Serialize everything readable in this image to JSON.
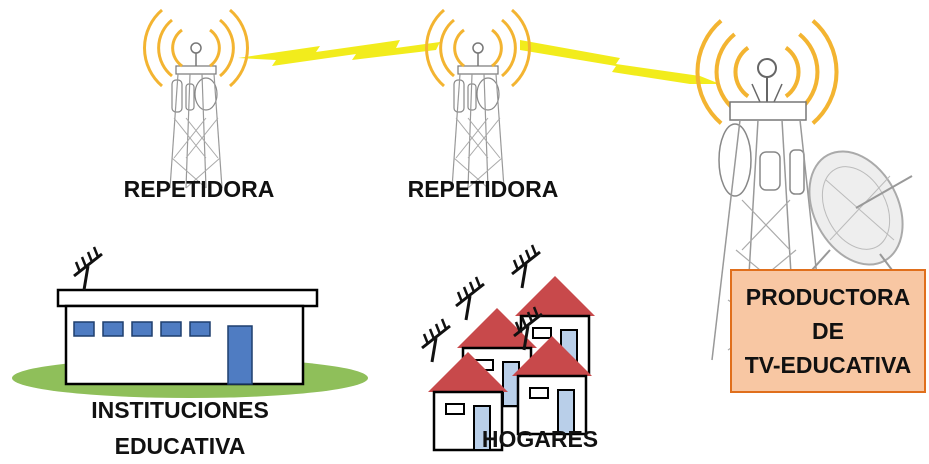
{
  "labels": {
    "repeater_left": "REPETIDORA",
    "repeater_center": "REPETIDORA",
    "institutions_line1": "INSTITUCIONES",
    "institutions_line2": "EDUCATIVA",
    "homes": "HOGARES",
    "producer_line1": "PRODUCTORA",
    "producer_line2": "DE",
    "producer_line3": "TV-EDUCATIVA"
  },
  "colors": {
    "signal": "#f2ec1c",
    "radio_waves": "#f3b431",
    "tower_line": "#9a9a9a",
    "roof_red": "#c8494b",
    "window_blue": "#4f7cc2",
    "door_light_blue": "#b9cfe9",
    "grass": "#8fbf5a",
    "producer_box_fill": "#f8c7a3",
    "producer_box_border": "#e06f1c"
  }
}
